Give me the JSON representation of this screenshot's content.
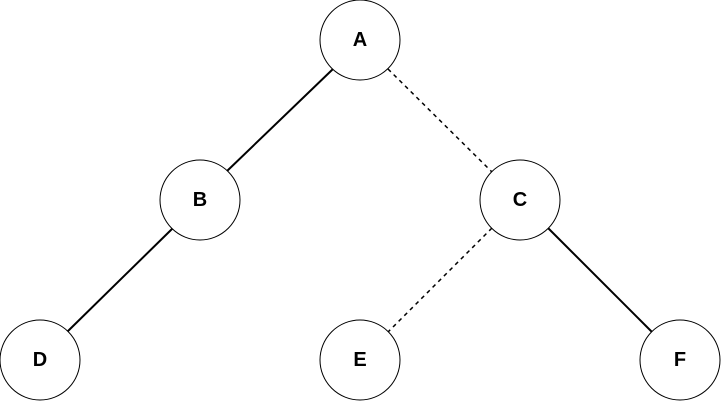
{
  "nodes": [
    {
      "id": "A",
      "label": "A"
    },
    {
      "id": "B",
      "label": "B"
    },
    {
      "id": "C",
      "label": "C"
    },
    {
      "id": "D",
      "label": "D"
    },
    {
      "id": "E",
      "label": "E"
    },
    {
      "id": "F",
      "label": "F"
    }
  ],
  "edges": [
    {
      "from": "A",
      "to": "B",
      "style": "solid"
    },
    {
      "from": "A",
      "to": "C",
      "style": "dashed"
    },
    {
      "from": "B",
      "to": "D",
      "style": "solid"
    },
    {
      "from": "C",
      "to": "E",
      "style": "dashed"
    },
    {
      "from": "C",
      "to": "F",
      "style": "solid"
    }
  ],
  "colors": {
    "stroke": "#000000",
    "node_fill": "#ffffff",
    "background": "#ffffff"
  }
}
